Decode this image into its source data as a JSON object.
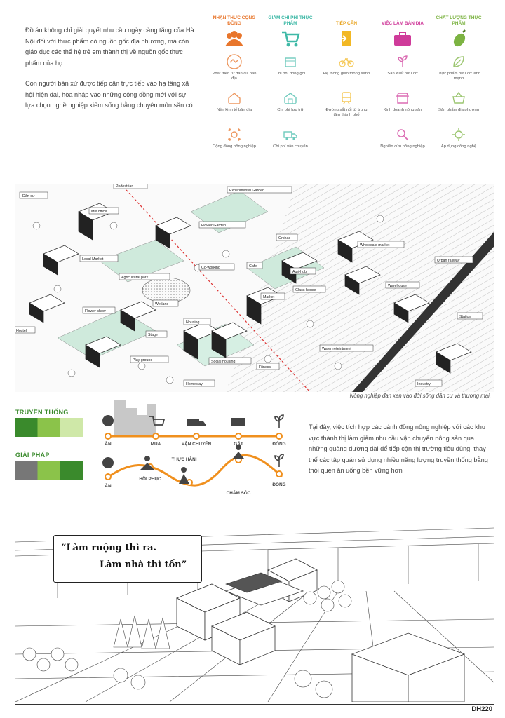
{
  "intro": {
    "p1": "Đồ án không chỉ giải quyết nhu cầu ngày càng tăng của Hà Nội đối với thực phẩm có nguồn gốc địa phương, mà còn giáo dục các thế hệ trẻ em thành thị về nguồn gốc thực phẩm của họ",
    "p2": "Con người bản xứ được tiếp cận trực tiếp vào hạ tầng xã hội hiện đại, hòa nhập vào những cộng đồng mới với sự lựa chọn nghề nghiệp kiếm sống bằng chuyên môn sẵn có."
  },
  "criteria": [
    {
      "title": "NHẬN THỨC CỘNG ĐỒNG",
      "color": "#e8762c",
      "items": [
        "Phát triển từ dân cư bản địa",
        "Nền kinh tế bản địa",
        "Cộng đồng nông nghiệp"
      ]
    },
    {
      "title": "GIẢM CHI PHÍ THỰC PHẨM",
      "color": "#3fb9a7",
      "items": [
        "Chi phí đóng gói",
        "Chi phí lưu trữ",
        "Chi phí vận chuyển"
      ]
    },
    {
      "title": "TIẾP CẬN",
      "color": "#f2b824",
      "items": [
        "Hệ thống giao thông xanh",
        "Đường sắt nối từ trung tâm thành phố"
      ]
    },
    {
      "title": "VIỆC LÀM BẢN ĐỊA",
      "color": "#cf3b9a",
      "items": [
        "Sản xuất hữu cơ",
        "Kinh doanh nông sản",
        "Nghiên cứu nông nghiệp"
      ]
    },
    {
      "title": "CHẤT LƯỢNG THỰC PHẨM",
      "color": "#7cb342",
      "items": [
        "Thực phẩm hữu cơ lành mạnh",
        "Sản phẩm địa phương",
        "Áp dụng công nghệ"
      ]
    }
  ],
  "map": {
    "labels": [
      "Dân cư",
      "Pedestrian",
      "Mix office",
      "Experimental Garden",
      "Flower Garden",
      "Orchad",
      "Local Market",
      "Co-working",
      "Agricultural park",
      "Agri-hub",
      "Wholesale market",
      "Urban railway",
      "Cafe",
      "Warehouse",
      "Glass house",
      "Flower show",
      "Wetland",
      "Housing",
      "Market",
      "Station",
      "Stage",
      "Social housing",
      "Play ground",
      "Fitness",
      "Water reteintment",
      "Industry",
      "Homestay",
      "Hostel"
    ]
  },
  "caption": "Nông nghiệp đan xen vào đời sống dân cư và thương mại.",
  "process": {
    "traditional_title": "TRUYỀN THỐNG",
    "solution_title": "GIẢI PHÁP",
    "traditional_steps": [
      "ĂN",
      "MUA",
      "VẬN CHUYỂN",
      "GẶT",
      "ĐÓNG"
    ],
    "solution_steps": [
      "ĂN",
      "HỒI PHỤC",
      "THỰC HÀNH",
      "CHĂM SÓC",
      "ĐÓNG"
    ],
    "accent": "#f0901e"
  },
  "right_text": "Tại đây, việc tích hợp các cánh đồng nông nghiệp với các khu vực thành thị làm giảm nhu cầu vận chuyển nông sản qua những quãng đường dài để tiếp cận thị trường tiêu dùng, thay thế các tập quán sử dụng nhiều năng lượng truyền thống bằng thói quen ăn uống bền vững hơn",
  "quote": {
    "line1": "“Làm ruộng thì ra.",
    "line2": "Làm nhà thì tốn”"
  },
  "page_code": "DH220"
}
